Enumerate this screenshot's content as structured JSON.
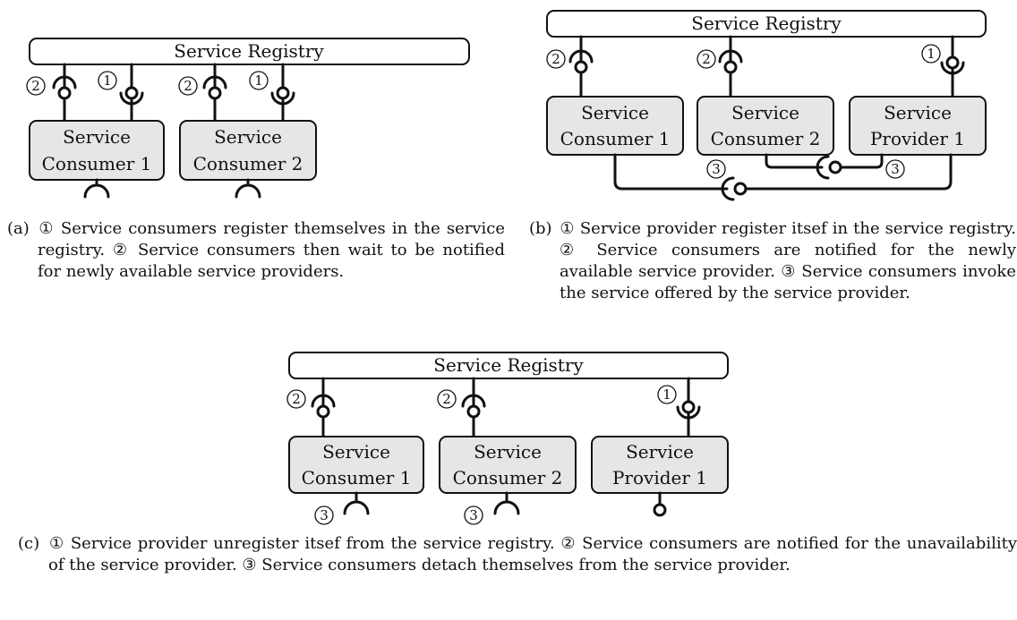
{
  "registry_label": "Service Registry",
  "service_label": "Service",
  "consumer1_label": "Consumer 1",
  "consumer2_label": "Consumer 2",
  "provider1_label": "Provider 1",
  "step_markers": [
    "1",
    "2",
    "3"
  ],
  "captions": {
    "a": {
      "label": "(a)",
      "text": "① Service consumers register themselves in the service registry. ② Service consumers then wait to be notified for newly available service providers."
    },
    "b": {
      "label": "(b)",
      "text": "① Service provider register itsef in the service registry. ② Service consumers are notified for the newly available service provider. ③ Service consumers invoke the service offered by the service provider."
    },
    "c": {
      "label": "(c)",
      "text": "① Service provider unregister itsef from the service registry. ② Service consumers are notified for the unavailability of the service provider. ③ Service consumers detach themselves from the service provider."
    }
  }
}
